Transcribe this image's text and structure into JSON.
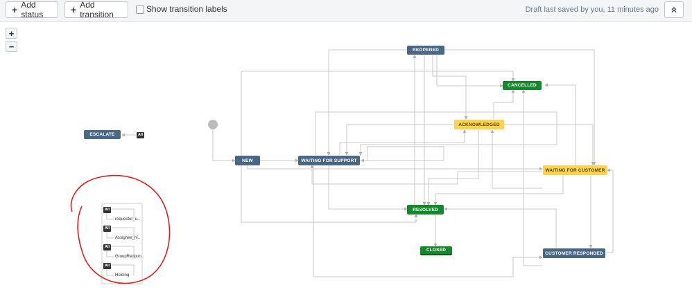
{
  "toolbar": {
    "add_status": "Add status",
    "add_transition": "Add transition",
    "show_labels": "Show transition labels",
    "draft_text": "Draft last saved by you, 11 minutes ago",
    "collapse_icon": "chevron-double-up-icon"
  },
  "zoom": {
    "in": "+",
    "out": "−"
  },
  "statuses": {
    "reopened": "REOPENED",
    "cancelled": "CANCELLED",
    "acknowledged": "ACKNOWLEDGED",
    "escalate": "ESCALATE",
    "new": "NEW",
    "waiting_support": "WAITING FOR SUPPORT",
    "waiting_customer": "WAITING FOR CUSTOMER",
    "resolved": "RESOLVED",
    "closed": "CLOSED",
    "customer_responded": "CUSTOMER RESPONDED"
  },
  "all_label": "All",
  "global_transitions": [
    "requestor_u..",
    "Assignee_hi..",
    "GroupReopon..",
    "Holding"
  ],
  "colors": {
    "status_blue": "#4a6785",
    "status_green": "#14892c",
    "status_yellow": "#ffd351",
    "annotation_red": "#e0201c",
    "edge_gray": "#c8c8c8"
  }
}
